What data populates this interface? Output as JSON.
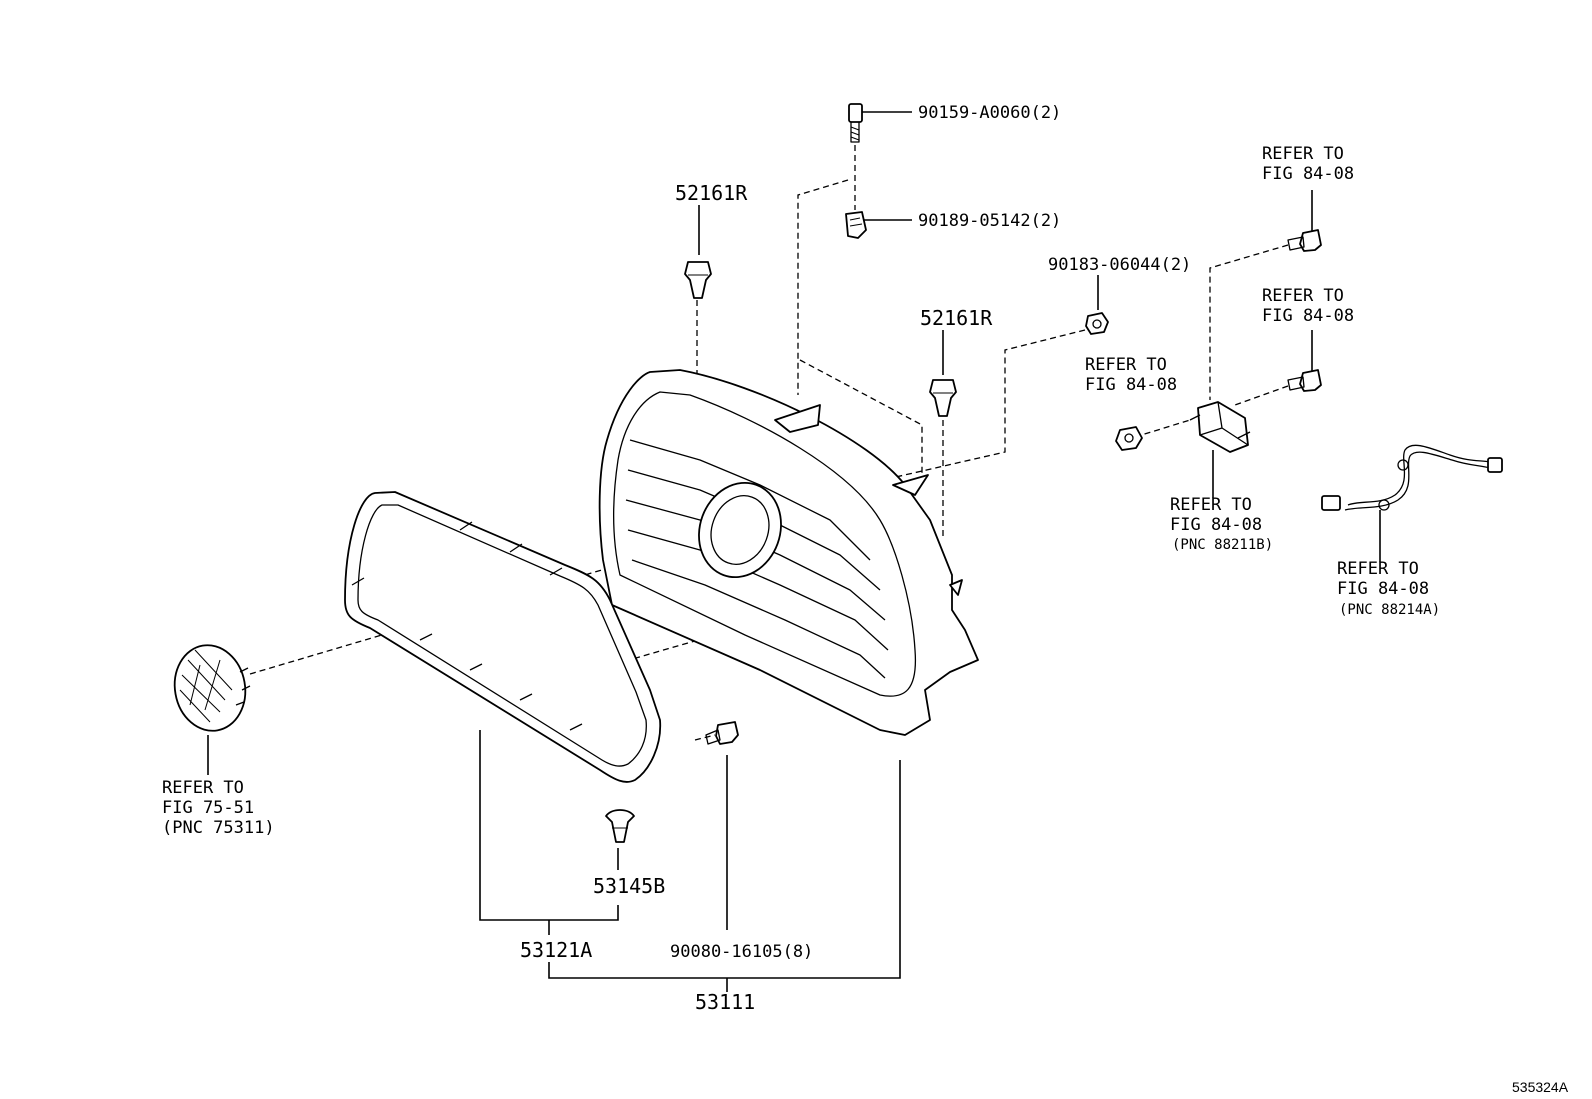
{
  "labels": {
    "bolt_top": "90159-A0060(2)",
    "nut_clip": "90189-05142(2)",
    "clip_left": "52161R",
    "clip_right": "52161R",
    "nut_right": "90183-06044(2)",
    "screw_bottom": "90080-16105(8)",
    "clip_bottom": "53145B",
    "grille_surround": "53121A",
    "grille_assy": "53111",
    "diagram_id": "535324A"
  },
  "refs": {
    "emblem": {
      "line1": "REFER TO",
      "line2": "FIG 75-51",
      "line3": "(PNC 75311)"
    },
    "bolt_upper": {
      "line1": "REFER TO",
      "line2": "FIG 84-08"
    },
    "bolt_lower": {
      "line1": "REFER TO",
      "line2": "FIG 84-08"
    },
    "nut_sensor": {
      "line1": "REFER TO",
      "line2": "FIG 84-08"
    },
    "sensor": {
      "line1": "REFER TO",
      "line2": "FIG 84-08",
      "line3": "(PNC 88211B)"
    },
    "wire": {
      "line1": "REFER TO",
      "line2": "FIG 84-08",
      "line3": "(PNC 88214A)"
    }
  }
}
